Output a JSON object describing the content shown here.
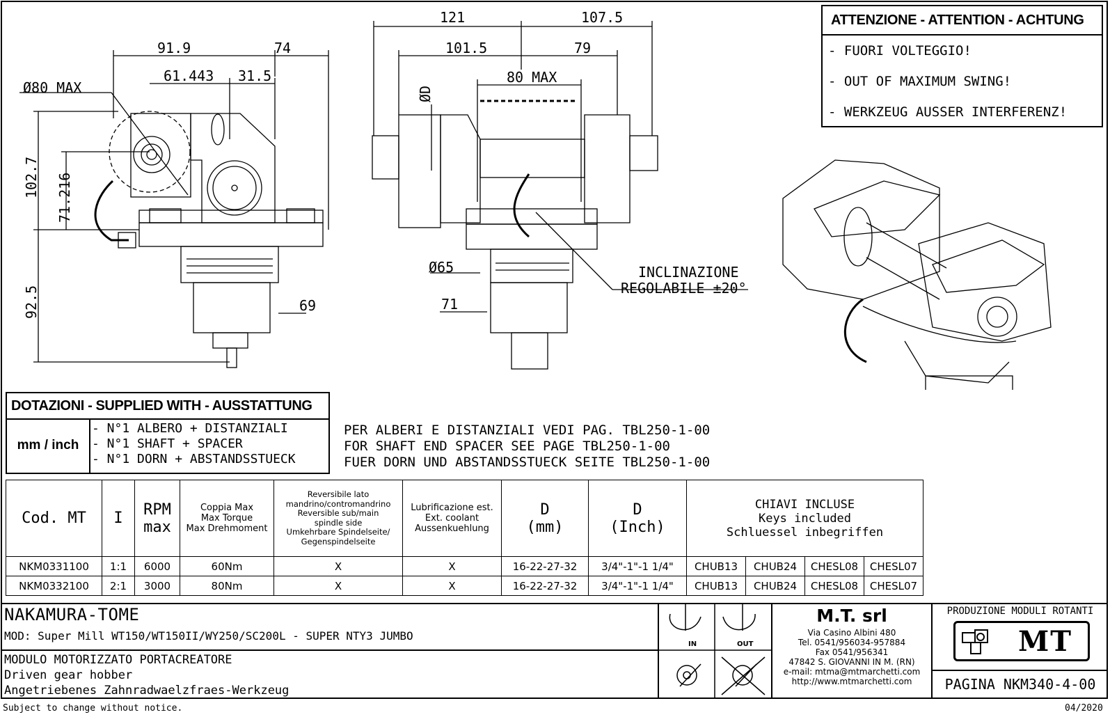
{
  "warning": {
    "title": "ATTENZIONE - ATTENTION - ACHTUNG",
    "lines": [
      "- FUORI VOLTEGGIO!",
      "- OUT OF MAXIMUM SWING!",
      "- WERKZEUG AUSSER INTERFERENZ!"
    ]
  },
  "dimensions": {
    "d91_9": "91.9",
    "d74": "74",
    "d61_443": "61.443",
    "d31_5": "31.5",
    "d80max_dia": "Ø80 MAX",
    "d102_7": "102.7",
    "d71_216": "71.216",
    "d92_5": "92.5",
    "d69": "69",
    "d121": "121",
    "d107_5": "107.5",
    "d101_5": "101.5",
    "d79": "79",
    "d80max": "80 MAX",
    "dD": "ØD",
    "d65": "Ø65",
    "d71": "71"
  },
  "inclination": {
    "line1": "INCLINAZIONE",
    "line2": "REGOLABILE ±20°"
  },
  "supplied": {
    "heading": "DOTAZIONI - SUPPLIED WITH - AUSSTATTUNG",
    "unit": "mm / inch",
    "items": [
      "- N°1 ALBERO + DISTANZIALI",
      "- N°1 SHAFT + SPACER",
      "- N°1 DORN + ABSTANDSSTUECK"
    ]
  },
  "shaft_note": [
    "PER ALBERI E DISTANZIALI VEDI PAG. TBL250-1-00",
    "FOR SHAFT END SPACER SEE PAGE TBL250-1-00",
    "FUER DORN UND ABSTANDSSTUECK SEITE TBL250-1-00"
  ],
  "table": {
    "headers": {
      "cod": "Cod. MT",
      "i": "I",
      "rpm1": "RPM",
      "rpm2": "max",
      "torque": [
        "Coppia Max",
        "Max Torque",
        "Max Drehmoment"
      ],
      "reversible": [
        "Reversibile lato",
        "mandrino/contromandrino",
        "Reversible sub/main",
        "spindle side",
        "Umkehrbare Spindelseite/",
        "Gegenspindelseite"
      ],
      "coolant": [
        "Lubrificazione est.",
        "Ext. coolant",
        "Aussenkuehlung"
      ],
      "dmm": [
        "D",
        "(mm)"
      ],
      "dinch": [
        "D",
        "(Inch)"
      ],
      "keys": [
        "CHIAVI INCLUSE",
        "Keys included",
        "Schluessel inbegriffen"
      ]
    },
    "rows": [
      {
        "cod": "NKM0331100",
        "i": "1:1",
        "rpm": "6000",
        "torque": "60Nm",
        "rev": "X",
        "cool": "X",
        "dmm": "16-22-27-32",
        "dinch": "3/4\"-1\"-1 1/4\"",
        "k1": "CHUB13",
        "k2": "CHUB24",
        "k3": "CHESL08",
        "k4": "CHESL07"
      },
      {
        "cod": "NKM0332100",
        "i": "2:1",
        "rpm": "3000",
        "torque": "80Nm",
        "rev": "X",
        "cool": "X",
        "dmm": "16-22-27-32",
        "dinch": "3/4\"-1\"-1 1/4\"",
        "k1": "CHUB13",
        "k2": "CHUB24",
        "k3": "CHESL08",
        "k4": "CHESL07"
      }
    ]
  },
  "title_block": {
    "machine": "NAKAMURA-TOME",
    "models": "MOD: Super Mill WT150/WT150II/WY250/SC200L - SUPER NTY3 JUMBO",
    "desc": [
      "MODULO MOTORIZZATO PORTACREATORE",
      "Driven gear hobber",
      "Angetriebenes Zahnradwaelzfraes-Werkzeug"
    ],
    "rot_in": "IN",
    "rot_out": "OUT",
    "company": "M.T. srl",
    "address": [
      "Via Casino Albini 480",
      "Tel. 0541/956034-957884",
      "Fax 0541/956341",
      "47842 S. GIOVANNI IN M. (RN)",
      "e-mail: mtma@mtmarchetti.com",
      "http://www.mtmarchetti.com"
    ],
    "product_line": "PRODUZIONE MODULI ROTANTI",
    "logo": "MT",
    "page": "PAGINA NKM340-4-00"
  },
  "footer": {
    "notice": "Subject to change without notice.",
    "date": "04/2020"
  }
}
